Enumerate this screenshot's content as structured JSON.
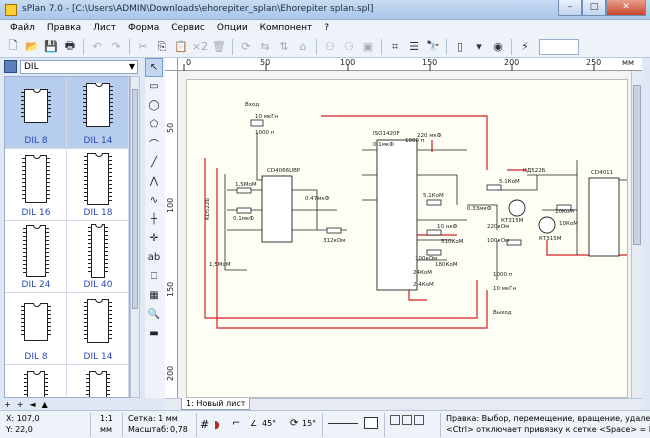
{
  "window": {
    "title": "sPlan 7.0 - [C:\\Users\\ADMIN\\Downloads\\ehorepiter_splan\\Ehorepiter splan.spl]",
    "minimize": "–",
    "maximize": "□",
    "close": "✕"
  },
  "menu": [
    "Файл",
    "Правка",
    "Лист",
    "Форма",
    "Сервис",
    "Опции",
    "Компонент",
    "?"
  ],
  "toolbar": {
    "icons": [
      "new-icon",
      "open-icon",
      "save-icon",
      "print-icon",
      "undo-icon",
      "redo-icon",
      "cut-icon",
      "copy-icon",
      "paste-icon",
      "duplicate-icon",
      "delete-icon",
      "rotate-icon",
      "mirror-h-icon",
      "mirror-v-icon",
      "group-icon",
      "ungroup-icon",
      "snap-icon",
      "properties-icon",
      "search-icon",
      "page-icon",
      "zoom-icon",
      "component-editor-icon"
    ],
    "duplicate_label": "×2"
  },
  "library": {
    "selected": "DIL",
    "items": [
      {
        "label": "DIL 8",
        "pins": 4,
        "selected": true
      },
      {
        "label": "DIL 14",
        "pins": 7,
        "selected": true
      },
      {
        "label": "DIL 16",
        "pins": 8,
        "selected": false
      },
      {
        "label": "DIL 18",
        "pins": 9,
        "selected": false
      },
      {
        "label": "DIL 24",
        "pins": 12,
        "selected": false
      },
      {
        "label": "DIL 40",
        "pins": 20,
        "selected": false
      },
      {
        "label": "DIL 8",
        "pins": 4,
        "selected": false
      },
      {
        "label": "DIL 14",
        "pins": 7,
        "selected": false
      }
    ],
    "footer": [
      "+",
      "+",
      "◄",
      "▲"
    ]
  },
  "drawing_tools": [
    "pointer-icon",
    "rectangle-icon",
    "ellipse-icon",
    "polygon-icon",
    "bezier-icon",
    "line-icon",
    "polyline-icon",
    "curve-icon",
    "wire-icon",
    "junction-icon",
    "text-icon",
    "text-frame-icon",
    "image-icon",
    "zoom-icon",
    "measure-icon"
  ],
  "ruler": {
    "unit": "мм",
    "top_labels": [
      "0",
      "50",
      "100",
      "150",
      "200",
      "250"
    ],
    "left_labels": [
      "50",
      "100",
      "150",
      "200"
    ]
  },
  "schematic": {
    "labels": [
      "Вход",
      "10 мкГн",
      "1000 п",
      "CD4066UBP",
      "ISO1420F",
      "1000 п",
      "220 мкФ",
      "0,1мкФ",
      "КД522Б",
      "5.1КоМ",
      "CD4011",
      "0.33мкФ",
      "КТ315М",
      "10КоМ",
      "220кОм",
      "100кОм",
      "10 мкГн",
      "Выход",
      "1,5МоМ",
      "0,1мкФ",
      "312кОм",
      "0.47мкФ",
      "KD522Б",
      "1,5МоМ",
      "5,1КоМ",
      "10 нкФ",
      "510КоМ",
      "100кОм",
      "180КоМ",
      "1000 п",
      "2,4КоМ",
      "КТ315М",
      "10КоМ",
      "24КоМ"
    ]
  },
  "sheet_tab": "1: Новый лист",
  "status": {
    "x": "X: 107,0",
    "y": "Y: 22,0",
    "ratio": "1:1",
    "unit": "мм",
    "grid": "Сетка: 1 мм",
    "scale_label": "Масштаб:",
    "scale_value": "0,78",
    "angle1": "45°",
    "angle2": "15°",
    "hint1": "Правка: Выбор, перемещение, вращение, удаление э",
    "hint2": "<Ctrl> отключает привязку к сетке <Space> = Масш"
  }
}
